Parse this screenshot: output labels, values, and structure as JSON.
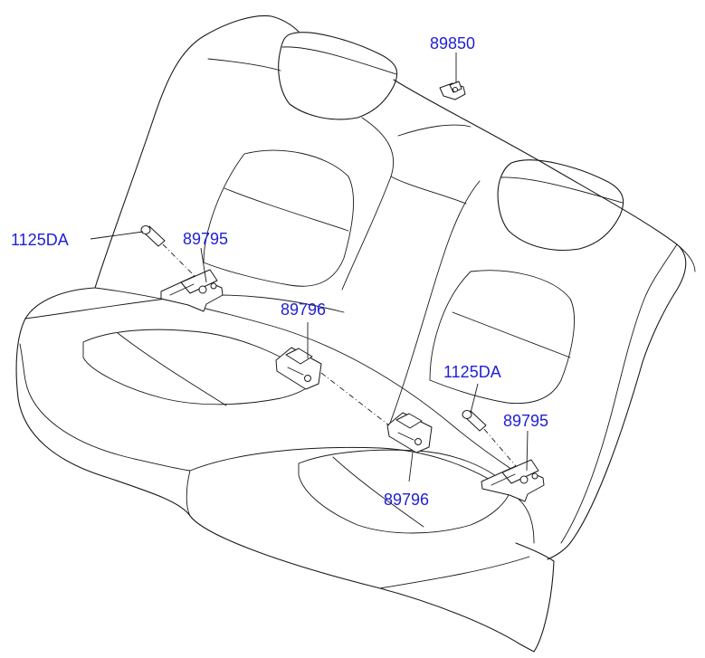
{
  "callouts": [
    {
      "id": "c1",
      "text": "89850"
    },
    {
      "id": "c2",
      "text": "1125DA"
    },
    {
      "id": "c3",
      "text": "89795"
    },
    {
      "id": "c4",
      "text": "89796"
    },
    {
      "id": "c5",
      "text": "1125DA"
    },
    {
      "id": "c6",
      "text": "89795"
    },
    {
      "id": "c7",
      "text": "89796"
    }
  ],
  "colors": {
    "label": "#1f1fd6",
    "line": "#1a1a1a",
    "background": "#ffffff"
  }
}
